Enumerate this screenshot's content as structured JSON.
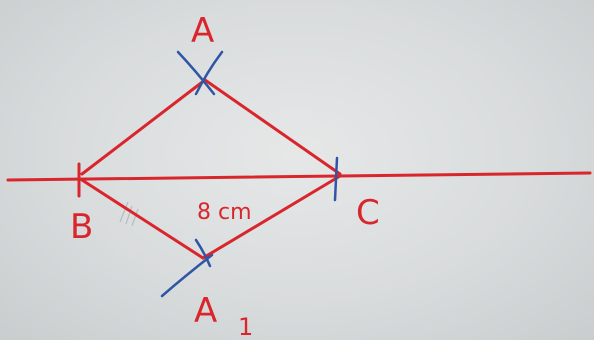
{
  "diagram": {
    "points": {
      "A": "A",
      "B": "B",
      "C": "C",
      "A1_letter": "A",
      "A1_sub": "1"
    },
    "segment_length_label": "8 cm",
    "colors": {
      "line": "#d8262c",
      "arc_marks": "#2f55a4",
      "board": "#dcdfe0"
    }
  }
}
